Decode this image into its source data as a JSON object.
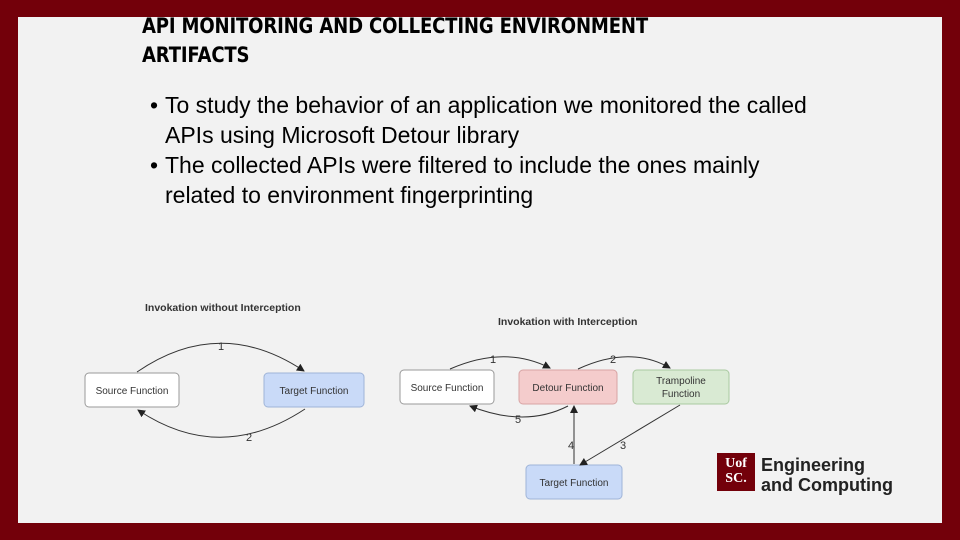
{
  "slide": {
    "title": "API MONITORING AND COLLECTING ENVIRONMENT ARTIFACTS",
    "bullets": [
      "To study the behavior of an application we monitored the called APIs using Microsoft Detour library",
      "The collected APIs were filtered to include the ones mainly related to environment fingerprinting"
    ]
  },
  "diagram_left": {
    "title": "Invokation without Interception",
    "source": "Source Function",
    "target": "Target Function",
    "edge_1": "1",
    "edge_2": "2"
  },
  "diagram_right": {
    "title": "Invokation with Interception",
    "source": "Source Function",
    "detour": "Detour Function",
    "trampoline_line1": "Trampoline",
    "trampoline_line2": "Function",
    "target": "Target Function",
    "edge_1": "1",
    "edge_2": "2",
    "edge_3": "3",
    "edge_4": "4",
    "edge_5": "5"
  },
  "logo": {
    "mark_line1": "Uof",
    "mark_line2": "SC.",
    "line1": "Engineering",
    "line2": "and Computing"
  },
  "colors": {
    "frame": "#73000a",
    "detour_fill": "#f4cccc",
    "trampoline_fill": "#d9ead3",
    "target_fill": "#c9daf8"
  }
}
